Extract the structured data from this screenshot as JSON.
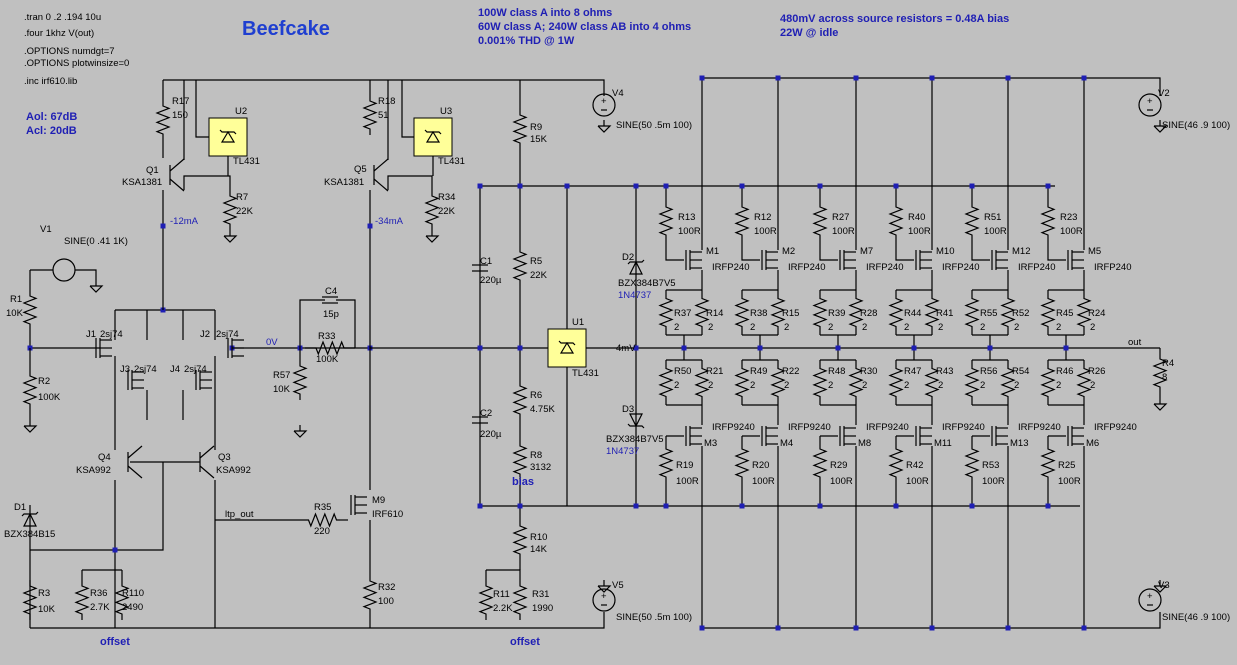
{
  "title": "Beefcake",
  "directives": [
    ".tran 0 .2 .194 10u",
    ".four 1khz V(out)",
    ".OPTIONS numdgt=7",
    ".OPTIONS plotwinsize=0",
    ".inc irf610.lib"
  ],
  "specs": [
    "100W class A into 8 ohms",
    "60W class A; 240W class AB into 4 ohms",
    "0.001% THD @ 1W"
  ],
  "bias_notes": [
    "480mV across source resistors = 0.48A bias",
    "22W @ idle"
  ],
  "gain": {
    "aol": "Aol: 67dB",
    "acl": "Acl: 20dB"
  },
  "net_labels": {
    "zero_v": "0V",
    "ltp_out": "ltp_out",
    "out": "out",
    "offset": "offset",
    "bias": "bias",
    "mv4": "4mV"
  },
  "currents": [
    "-12mA",
    "-34mA"
  ],
  "sources": [
    {
      "ref": "V1",
      "value": "SINE(0 .41 1K)"
    },
    {
      "ref": "V4",
      "value": "SINE(50 .5m 100)"
    },
    {
      "ref": "V5",
      "value": "SINE(50 .5m 100)"
    },
    {
      "ref": "V2",
      "value": "SINE(46 .9 100)"
    },
    {
      "ref": "V3",
      "value": "SINE(46 .9 100)"
    }
  ],
  "shunt_refs": [
    {
      "ref": "U2",
      "value": "TL431"
    },
    {
      "ref": "U3",
      "value": "TL431"
    },
    {
      "ref": "U1",
      "value": "TL431"
    }
  ],
  "front_parts": [
    {
      "ref": "R17",
      "value": "150"
    },
    {
      "ref": "Q1",
      "value": "KSA1381"
    },
    {
      "ref": "R7",
      "value": "22K"
    },
    {
      "ref": "R18",
      "value": "51"
    },
    {
      "ref": "Q5",
      "value": "KSA1381"
    },
    {
      "ref": "R34",
      "value": "22K"
    },
    {
      "ref": "R1",
      "value": "10K"
    },
    {
      "ref": "R2",
      "value": "100K"
    },
    {
      "ref": "J1",
      "value": "2sj74"
    },
    {
      "ref": "J2",
      "value": "2sj74"
    },
    {
      "ref": "J3",
      "value": "2sj74"
    },
    {
      "ref": "J4",
      "value": "2sj74"
    },
    {
      "ref": "C4",
      "value": "15p"
    },
    {
      "ref": "R33",
      "value": "100K"
    },
    {
      "ref": "R57",
      "value": "10K"
    },
    {
      "ref": "Q4",
      "value": "KSA992"
    },
    {
      "ref": "Q3",
      "value": "KSA992"
    },
    {
      "ref": "D1",
      "value": "BZX384B15"
    },
    {
      "ref": "R35",
      "value": "220"
    },
    {
      "ref": "M9",
      "value": "IRF610"
    },
    {
      "ref": "R32",
      "value": "100"
    },
    {
      "ref": "R3",
      "value": "10K"
    },
    {
      "ref": "R36",
      "value": "2.7K"
    },
    {
      "ref": "R110",
      "value": "2490"
    },
    {
      "ref": "R9",
      "value": "15K"
    },
    {
      "ref": "R5",
      "value": "22K"
    },
    {
      "ref": "R6",
      "value": "4.75K"
    },
    {
      "ref": "R8",
      "value": "3132"
    },
    {
      "ref": "R10",
      "value": "14K"
    },
    {
      "ref": "R11",
      "value": "2.2K"
    },
    {
      "ref": "R31",
      "value": "1990"
    },
    {
      "ref": "C1",
      "value": "220µ"
    },
    {
      "ref": "C2",
      "value": "220µ"
    },
    {
      "ref": "D2",
      "value": "BZX384B7V5",
      "alt": "1N4737"
    },
    {
      "ref": "D3",
      "value": "BZX384B7V5",
      "alt": "1N4737"
    },
    {
      "ref": "R4",
      "value": "8"
    }
  ],
  "output_stages": [
    {
      "gr": "R13",
      "gr_v": "100R",
      "nm": "M1",
      "nm_v": "IRFP240",
      "ra": "R37",
      "rb": "R14",
      "rc": "R50",
      "rd": "R21",
      "pm": "M3",
      "pm_v": "IRFP9240",
      "pr": "R19",
      "pr_v": "100R",
      "sv": "2"
    },
    {
      "gr": "R12",
      "gr_v": "100R",
      "nm": "M2",
      "nm_v": "IRFP240",
      "ra": "R38",
      "rb": "R15",
      "rc": "R49",
      "rd": "R22",
      "pm": "M4",
      "pm_v": "IRFP9240",
      "pr": "R20",
      "pr_v": "100R",
      "sv": "2"
    },
    {
      "gr": "R27",
      "gr_v": "100R",
      "nm": "M7",
      "nm_v": "IRFP240",
      "ra": "R39",
      "rb": "R28",
      "rc": "R48",
      "rd": "R30",
      "pm": "M8",
      "pm_v": "IRFP9240",
      "pr": "R29",
      "pr_v": "100R",
      "sv": "2"
    },
    {
      "gr": "R40",
      "gr_v": "100R",
      "nm": "M10",
      "nm_v": "IRFP240",
      "ra": "R44",
      "rb": "R41",
      "rc": "R47",
      "rd": "R43",
      "pm": "M11",
      "pm_v": "IRFP9240",
      "pr": "R42",
      "pr_v": "100R",
      "sv": "2"
    },
    {
      "gr": "R51",
      "gr_v": "100R",
      "nm": "M12",
      "nm_v": "IRFP240",
      "ra": "R55",
      "rb": "R52",
      "rc": "R56",
      "rd": "R54",
      "pm": "M13",
      "pm_v": "IRFP9240",
      "pr": "R53",
      "pr_v": "100R",
      "sv": "2"
    },
    {
      "gr": "R23",
      "gr_v": "100R",
      "nm": "M5",
      "nm_v": "IRFP240",
      "ra": "R45",
      "rb": "R24",
      "rc": "R46",
      "rd": "R26",
      "pm": "M6",
      "pm_v": "IRFP9240",
      "pr": "R25",
      "pr_v": "100R",
      "sv": "2"
    }
  ],
  "colors": {
    "background": "#c0c0c0",
    "wire": "#000000",
    "annotation": "#1f1fb4",
    "title": "#1f3fd0",
    "ic_fill": "#ffff99"
  }
}
